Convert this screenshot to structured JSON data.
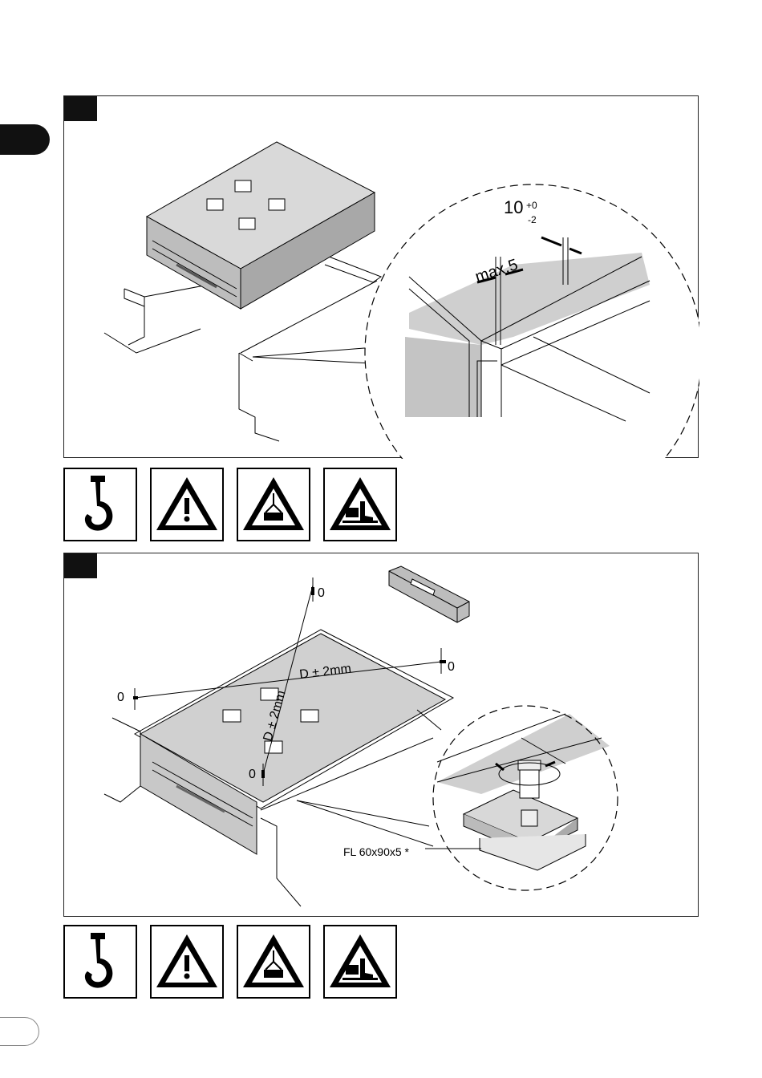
{
  "figure1": {
    "step_label": "",
    "dim_nominal": "10",
    "dim_tol_plus": "+0",
    "dim_tol_minus": "-2",
    "max_label": "max.5"
  },
  "figure2": {
    "step_label": "",
    "zero_top": "0",
    "zero_right": "0",
    "zero_left": "0",
    "zero_bottom": "0",
    "diag_label_1": "D ± 2mm",
    "diag_label_2": "D ± 2mm",
    "part_label": "FL 60x90x5 *"
  },
  "icons": [
    {
      "name": "crane-hook-icon"
    },
    {
      "name": "general-warning-icon"
    },
    {
      "name": "suspended-load-warning-icon"
    },
    {
      "name": "foot-crush-warning-icon"
    }
  ]
}
